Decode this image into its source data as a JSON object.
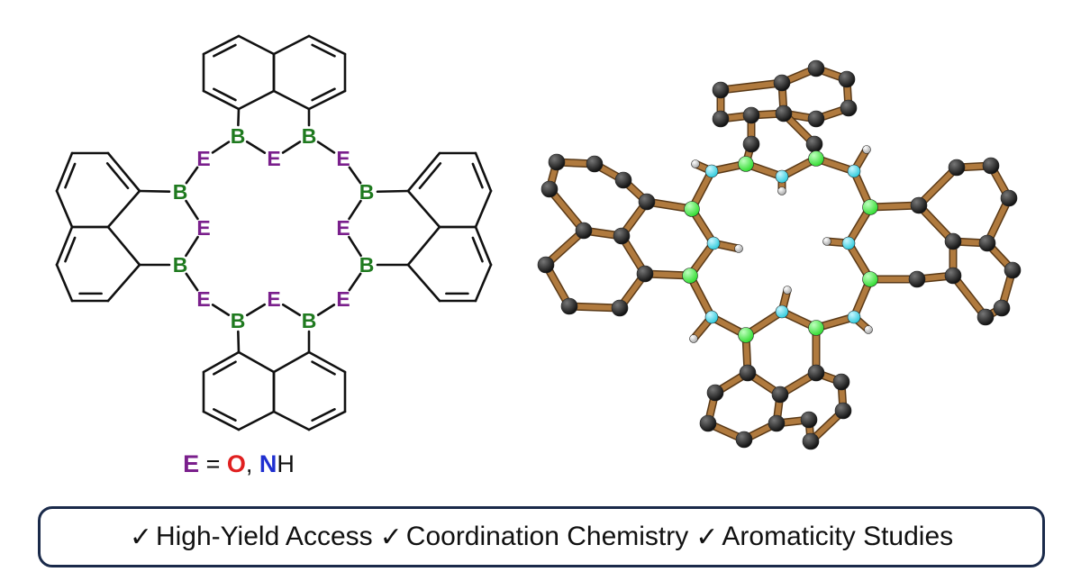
{
  "legend": {
    "e": "E",
    "eq": " = ",
    "o": "O",
    "comma": ", ",
    "n": "N",
    "h": "H"
  },
  "atoms": {
    "b": "B",
    "e": "E"
  },
  "colors": {
    "boron": "#1f7a1f",
    "hetero": "#7a1f8c",
    "oxygen": "#e02020",
    "nitrogen": "#1f2fd0",
    "bond": "#111111",
    "stick": "#b07a3e",
    "carbon_ball": "#111111",
    "boron_ball": "#33dd33",
    "nitrogen_ball": "#33ccdd",
    "hydrogen_ball": "#eeeeee",
    "banner_border": "#1a2a4a"
  },
  "features": [
    {
      "check": "✓",
      "label": "High-Yield Access"
    },
    {
      "check": "✓",
      "label": "Coordination Chemistry"
    },
    {
      "check": "✓",
      "label": "Aromaticity Studies"
    }
  ]
}
